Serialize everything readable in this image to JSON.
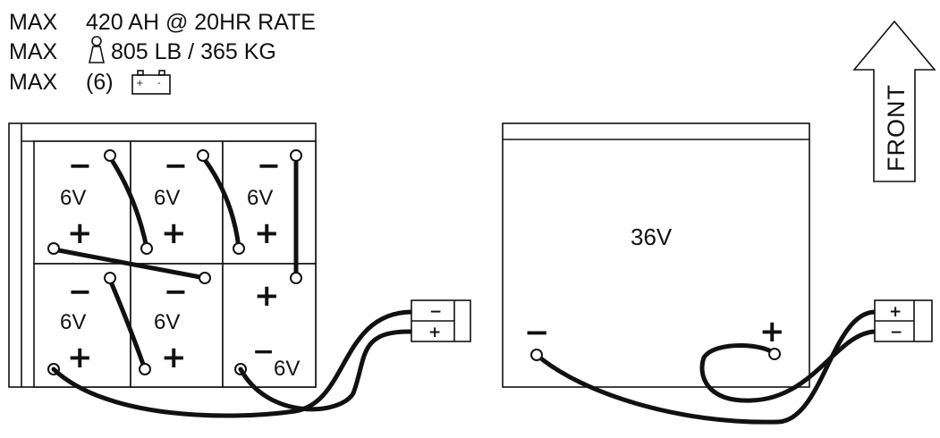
{
  "specs": {
    "line1_max": "MAX",
    "line1_value": "420 AH @ 20HR RATE",
    "line2_max": "MAX",
    "line2_value": "805 LB / 365 KG",
    "line3_max": "MAX",
    "line3_value": "(6)",
    "weight_icon": "weight-icon",
    "battery_icon": "battery-icon",
    "battery_icon_plus": "+",
    "battery_icon_minus": "-"
  },
  "left_tray": {
    "cells": [
      {
        "label": "6V",
        "neg": "−",
        "pos": "+"
      },
      {
        "label": "6V",
        "neg": "−",
        "pos": "+"
      },
      {
        "label": "6V",
        "neg": "−",
        "pos": "+"
      },
      {
        "label": "6V",
        "neg": "−",
        "pos": "+"
      },
      {
        "label": "6V",
        "neg": "−",
        "pos": "+"
      },
      {
        "label": "6V",
        "neg": "−",
        "pos": "+"
      }
    ],
    "connector": {
      "top": "−",
      "bottom": "+"
    }
  },
  "right_pack": {
    "label": "36V",
    "neg": "−",
    "pos": "+",
    "connector": {
      "top": "+",
      "bottom": "−"
    }
  },
  "front_arrow": {
    "label": "FRONT"
  }
}
